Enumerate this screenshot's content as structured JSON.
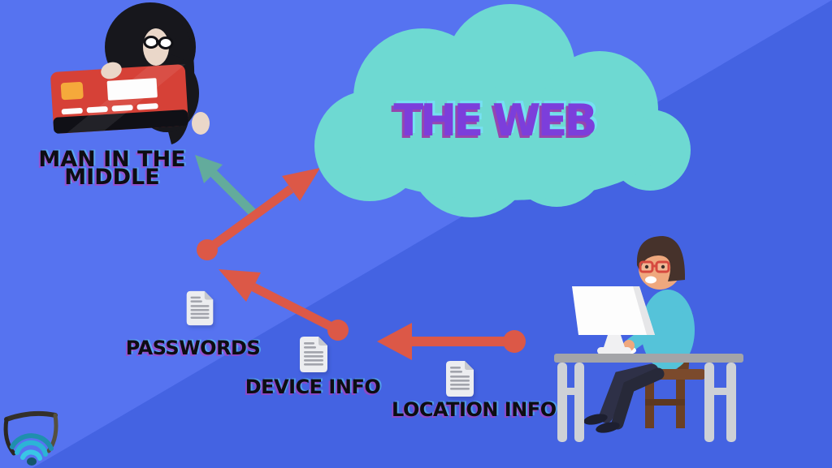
{
  "page": {
    "title": "Man in the middle attack infographic"
  },
  "cloud": {
    "label": "THE WEB"
  },
  "attacker": {
    "label_line1": "MAN IN THE",
    "label_line2": "MIDDLE"
  },
  "stolen_data": {
    "items": [
      {
        "label": "PASSWORDS"
      },
      {
        "label": "DEVICE INFO"
      },
      {
        "label": "LOCATION INFO"
      }
    ]
  },
  "icons": {
    "cloud": "web-cloud",
    "attacker": "hacker-with-credit-card",
    "victim": "person-at-computer-desk",
    "document": "document-page-icon",
    "logo": "shield-wifi-logo",
    "red_arrow": "data-flow-arrow",
    "teal_arrow": "intercept-arrow"
  },
  "colors": {
    "background_light": "#5673f0",
    "background_dark": "#4463e2",
    "cloud_teal": "#6ed9d2",
    "arrow_red": "#dc5847",
    "arrow_teal": "#63ab9c",
    "title_purple": "#7c3edb",
    "label_black": "#0d0d13",
    "card_red": "#d64137",
    "chip_orange": "#f5a93b",
    "sweater_teal": "#55c3d9",
    "skin": "#efa87e",
    "desk_gray": "#a3a4a8",
    "chair_brown": "#7b4a2c"
  }
}
